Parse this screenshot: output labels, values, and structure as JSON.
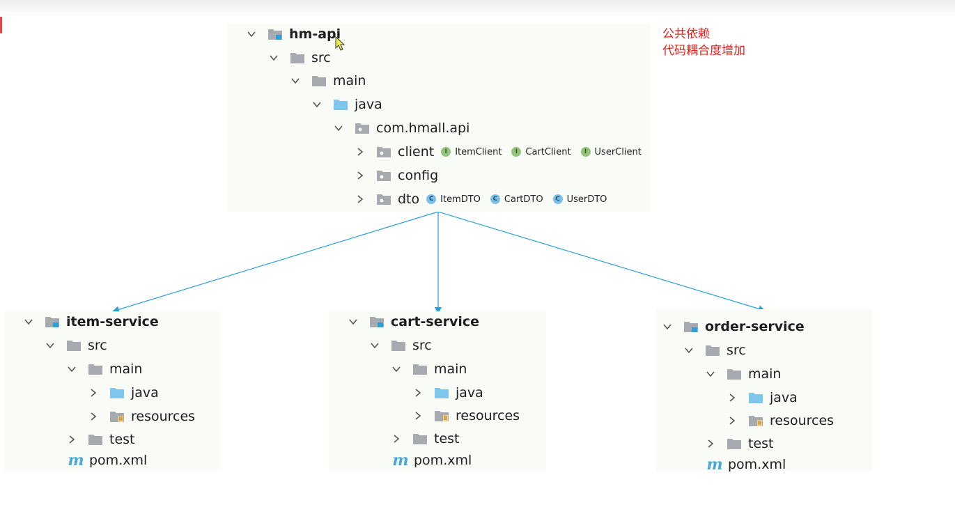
{
  "note": {
    "line1": "公共依赖",
    "line2": "代码耦合度增加"
  },
  "colors": {
    "arrow": "#2a9fd6",
    "note": "#e8211c",
    "folder": "#a7aaae",
    "source_folder": "#7fc6ec",
    "module_badge": "#2f9fd8"
  },
  "api": {
    "module": "hm-api",
    "src": "src",
    "main": "main",
    "java": "java",
    "package": "com.hmall.api",
    "client": {
      "label": "client",
      "items": [
        "ItemClient",
        "CartClient",
        "UserClient"
      ],
      "badge": "I"
    },
    "config": "config",
    "dto": {
      "label": "dto",
      "items": [
        "ItemDTO",
        "CartDTO",
        "UserDTO"
      ],
      "badge": "C"
    }
  },
  "services": [
    {
      "module": "item-service",
      "src": "src",
      "main": "main",
      "java": "java",
      "resources": "resources",
      "test": "test",
      "pom": "pom.xml",
      "pom_icon": "m"
    },
    {
      "module": "cart-service",
      "src": "src",
      "main": "main",
      "java": "java",
      "resources": "resources",
      "test": "test",
      "pom": "pom.xml",
      "pom_icon": "m"
    },
    {
      "module": "order-service",
      "src": "src",
      "main": "main",
      "java": "java",
      "resources": "resources",
      "test": "test",
      "pom": "pom.xml",
      "pom_icon": "m"
    }
  ]
}
